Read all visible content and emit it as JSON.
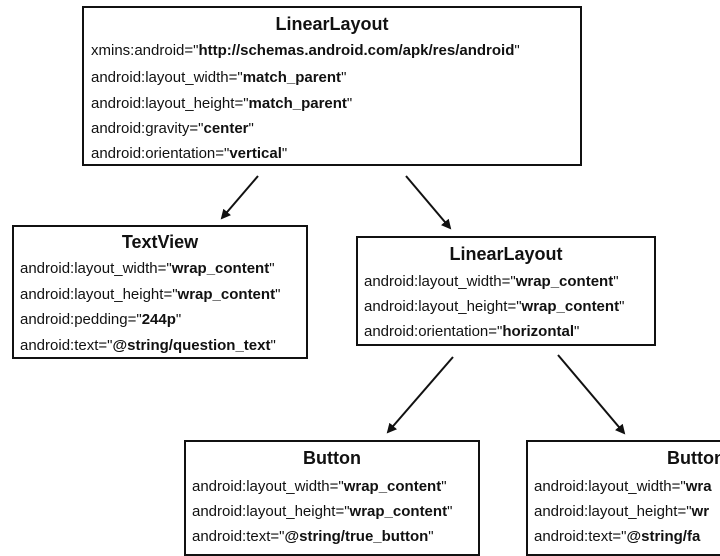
{
  "root": {
    "title": "LinearLayout",
    "attrs": [
      {
        "k": "xmins:android=",
        "v": "http://schemas.android.com/apk/res/android"
      },
      {
        "k": "android:layout_width=",
        "v": "match_parent"
      },
      {
        "k": "android:layout_height=",
        "v": "match_parent"
      },
      {
        "k": "android:gravity=",
        "v": "center"
      },
      {
        "k": "android:orientation=",
        "v": "vertical"
      }
    ]
  },
  "textview": {
    "title": "TextView",
    "attrs": [
      {
        "k": "android:layout_width=",
        "v": "wrap_content"
      },
      {
        "k": "android:layout_height=",
        "v": "wrap_content"
      },
      {
        "k": "android:pedding=",
        "v": "244p"
      },
      {
        "k": "android:text=",
        "v": "@string/question_text"
      }
    ]
  },
  "inner_layout": {
    "title": "LinearLayout",
    "attrs": [
      {
        "k": "android:layout_width=",
        "v": "wrap_content"
      },
      {
        "k": "android:layout_height=",
        "v": "wrap_content"
      },
      {
        "k": "android:orientation=",
        "v": "horizontal"
      }
    ]
  },
  "button_true": {
    "title": "Button",
    "attrs": [
      {
        "k": "android:layout_width=",
        "v": "wrap_content"
      },
      {
        "k": "android:layout_height=",
        "v": "wrap_content"
      },
      {
        "k": "android:text=",
        "v": "@string/true_button"
      }
    ]
  },
  "button_false": {
    "title": "Button",
    "attrs": [
      {
        "k": "android:layout_width=",
        "v": "wra"
      },
      {
        "k": "android:layout_height=",
        "v": "wr"
      },
      {
        "k": "android:text=",
        "v": "@string/fa"
      }
    ]
  }
}
